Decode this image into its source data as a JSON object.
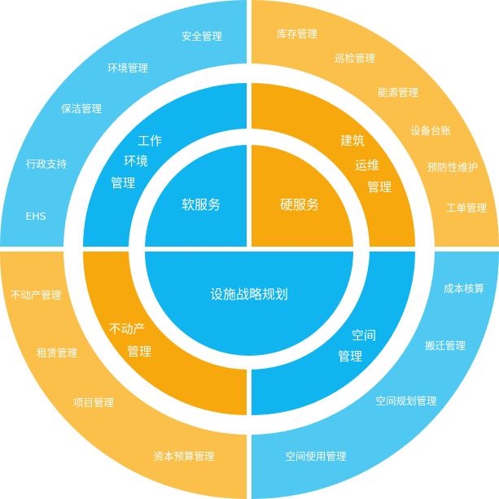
{
  "colors": {
    "blue_light": "#4FC8F2",
    "blue_mid": "#10B4EE",
    "orange_light": "#FBC04A",
    "orange_mid": "#F6A80C",
    "background": "#FFFFFF"
  },
  "center": {
    "bottom_label": "设施战略规划",
    "top_left_label": "软服务",
    "top_right_label": "硬服务"
  },
  "middle_ring": {
    "top_left": [
      "工作",
      "环境",
      "管理"
    ],
    "top_right": [
      "建筑",
      "运维",
      "管理"
    ],
    "bottom_left": [
      "不动产",
      "管理"
    ],
    "bottom_right": [
      "空间",
      "管理"
    ]
  },
  "outer_ring": {
    "top_left": [
      "安全管理",
      "环境管理",
      "保洁管理",
      "行政支持",
      "EHS"
    ],
    "top_right": [
      "库存管理",
      "巡检管理",
      "能源管理",
      "设备台账",
      "预防性维护",
      "工单管理"
    ],
    "bottom_left": [
      "不动产管理",
      "租赁管理",
      "项目管理",
      "资本预算管理"
    ],
    "bottom_right": [
      "成本核算",
      "搬迁管理",
      "空间规划管理",
      "空间使用管理"
    ]
  }
}
